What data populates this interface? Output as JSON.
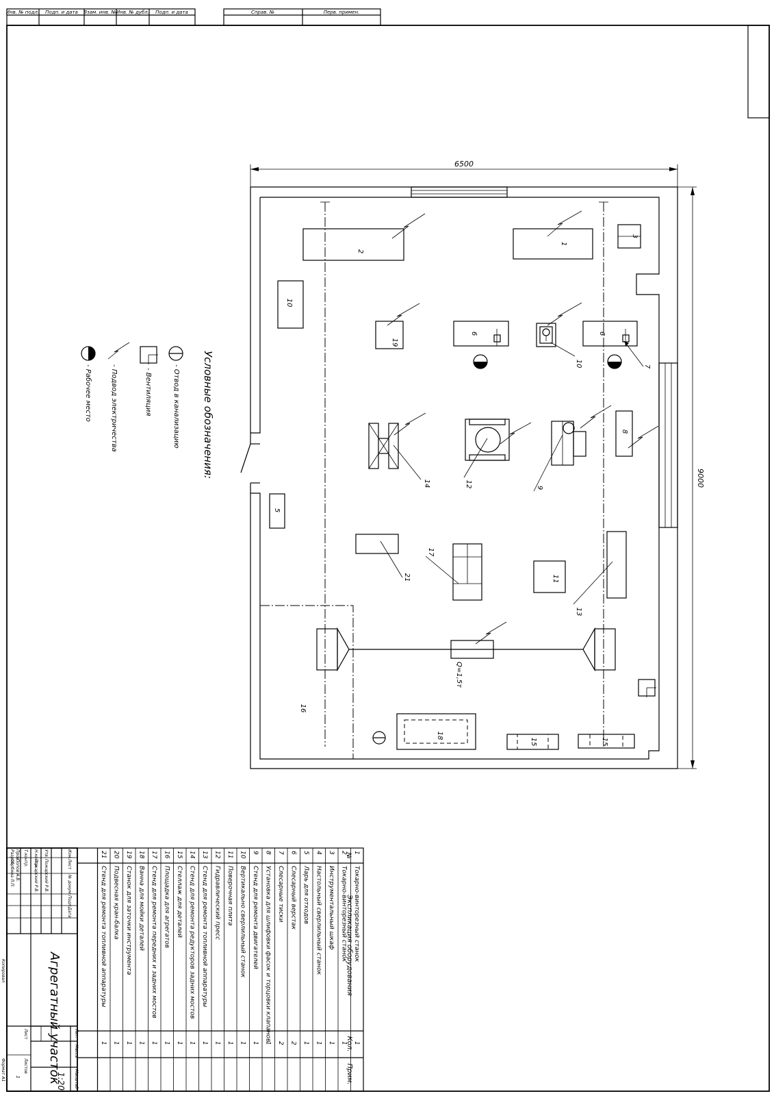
{
  "stamp_top": {
    "left_cells": [
      "Инв. № подл.",
      "Подп. и дата",
      "Взам. инв. №",
      "Инв. № дубл.",
      "Подп. и дата"
    ],
    "right_cells": [
      "Справ. №",
      "Перв. примен."
    ]
  },
  "plan": {
    "width_dim": "6500",
    "height_dim": "9000",
    "crane_label": "Q=1,5т",
    "zone_label": "16"
  },
  "equipment_labels": [
    "1",
    "2",
    "3",
    "5",
    "6",
    "6",
    "7",
    "8",
    "9",
    "10",
    "10",
    "11",
    "12",
    "13",
    "14",
    "15",
    "15",
    "17",
    "18",
    "19",
    "21"
  ],
  "legend": {
    "title": "Условные обозначения:",
    "items": [
      {
        "icon": "drain-icon",
        "text": "- Отвод в канализацию"
      },
      {
        "icon": "ventilation-icon",
        "text": "- Вентиляция"
      },
      {
        "icon": "power-icon",
        "text": "- Подвод электричества"
      },
      {
        "icon": "workplace-icon",
        "text": "- Рабочее место"
      }
    ]
  },
  "spec_table": {
    "headers": [
      "№",
      "Экспликация оборудования",
      "Кол.",
      "Прим."
    ],
    "rows": [
      [
        "1",
        "Токарно-винторезный станок",
        "1"
      ],
      [
        "2",
        "Токарно-винторезный станок",
        "1"
      ],
      [
        "3",
        "Инструментальный шкаф",
        "1"
      ],
      [
        "4",
        "Настольный сверлильный станок",
        "1"
      ],
      [
        "5",
        "Ларь для отходов",
        "1"
      ],
      [
        "6",
        "Слесарный верстак",
        "2"
      ],
      [
        "7",
        "Слесарные тиски",
        "2"
      ],
      [
        "8",
        "Установка для шлифовки фасок и торцовки клапанов",
        "1"
      ],
      [
        "9",
        "Стенд для ремонта двигателей",
        "1"
      ],
      [
        "10",
        "Вертикально сверлильный станок",
        "1"
      ],
      [
        "11",
        "Поверочная плита",
        "1"
      ],
      [
        "12",
        "Гидравлический пресс",
        "1"
      ],
      [
        "13",
        "Стенд для ремонта топливной аппаратуры",
        "1"
      ],
      [
        "14",
        "Стенд для ремонта редукторов задних мостов",
        "1"
      ],
      [
        "15",
        "Стеллаж для деталей",
        "1"
      ],
      [
        "16",
        "Площадка для агрегатов",
        "1"
      ],
      [
        "17",
        "Стенд для ремонта передних и задних мостов",
        "1"
      ],
      [
        "18",
        "Ванна для мойки деталей",
        "1"
      ],
      [
        "19",
        "Станок для заточки инструмента",
        "1"
      ],
      [
        "20",
        "Подвесная кран-балка",
        "1"
      ],
      [
        "21",
        "Стенд для ремонта топливной аппаратуры",
        "1"
      ]
    ]
  },
  "title_block": {
    "title": "Агрегатный участок",
    "sign_cols": [
      "Изм.",
      "Лист",
      "№ докум.",
      "Подп.",
      "Дата"
    ],
    "roles": [
      "Разраб.",
      "Пров.",
      "Т.контр.",
      "Н.контр.",
      "Утв."
    ],
    "names": [
      "Сербина Л.П.",
      "Попов А.В.",
      "",
      "Пожарский Р.В.",
      "Пожарский Р.В."
    ],
    "lit_label": "Лит.",
    "mass_label": "Масса",
    "scale_label": "Масштаб",
    "scale": "1:20",
    "sheet_label": "Лист",
    "sheets_label": "Листов",
    "sheets": "1",
    "copy_label": "Копировал",
    "format_label": "Формат А1"
  }
}
